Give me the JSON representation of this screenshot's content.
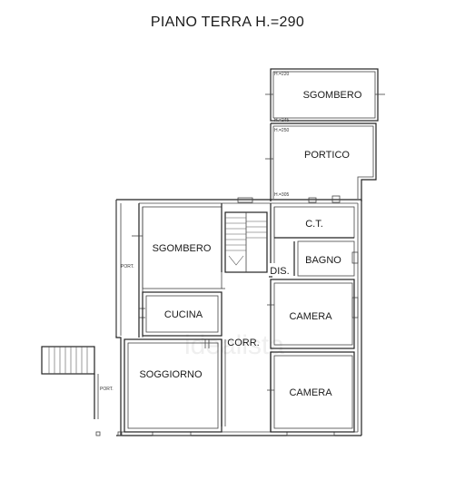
{
  "title": "PIANO TERRA H.=290",
  "rooms": {
    "sgombero_top": "SGOMBERO",
    "portico": "PORTICO",
    "ct": "C.T.",
    "bagno": "BAGNO",
    "dis": "DIS.",
    "sgombero_main": "SGOMBERO",
    "cucina": "CUCINA",
    "corr": "CORR.",
    "camera_1": "CAMERA",
    "soggiorno": "SOGGIORNO",
    "camera_2": "CAMERA"
  },
  "annotations": {
    "h220": "H.=220",
    "h245": "H.=245",
    "h250": "H.=250",
    "h305": "H.=305",
    "port_left": "PORT.",
    "port_bottom": "PORT."
  },
  "watermark": "idealista"
}
